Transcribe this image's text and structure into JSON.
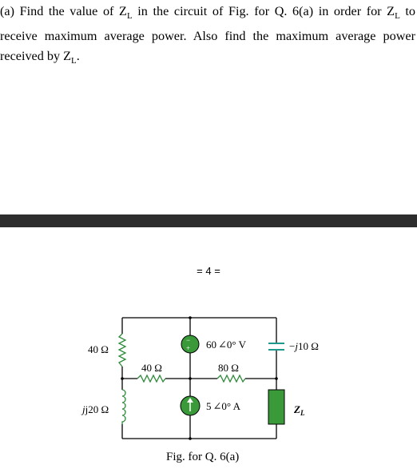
{
  "question": {
    "part": "(a)",
    "text": "Find the value of Z",
    "sub": "L",
    "text2": " in the circuit of Fig. for Q. 6(a) in order for Z",
    "sub2": "L",
    "text3": " to receive maximum average power. Also find the maximum average power received by Z",
    "sub3": "L",
    "text4": "."
  },
  "page_number": "= 4 =",
  "circuit": {
    "r_left": "40 Ω",
    "l_left": "j20 Ω",
    "r_mid": "40 Ω",
    "vsrc": "60",
    "vsrc_angle": "0° V",
    "r_right": "80 Ω",
    "isrc": "5",
    "isrc_angle": "0° A",
    "cap": "−j10 Ω",
    "zl": "Z",
    "zl_sub": "L"
  },
  "caption": "Fig. for Q. 6(a)",
  "colors": {
    "component": "#2e8b3a",
    "capacitor": "#1f9a8a",
    "load_fill": "#3a9a3a",
    "divider": "#2d2d2d"
  }
}
